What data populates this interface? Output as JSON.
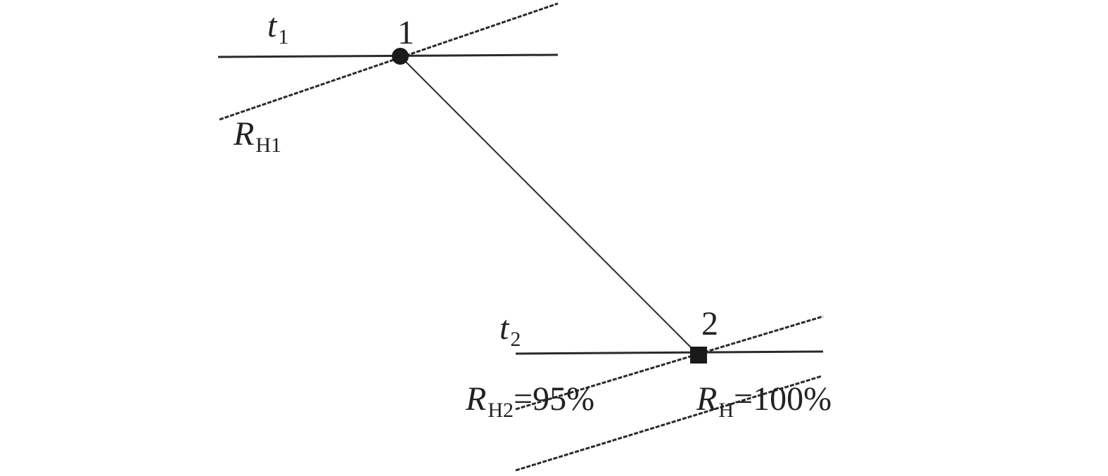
{
  "labels": {
    "t1_main": "t",
    "t1_sub": "1",
    "t2_main": "t",
    "t2_sub": "2",
    "point1": "1",
    "point2": "2",
    "rh1_main": "R",
    "rh1_sub": "H1",
    "rh2_main": "R",
    "rh2_sub": "H2",
    "rh2_value": "=95%",
    "rh_sat_main": "R",
    "rh_sat_sub": "H",
    "rh_sat_value": "=100%"
  },
  "colors": {
    "line": "#2a2a2a",
    "text": "#222222"
  }
}
